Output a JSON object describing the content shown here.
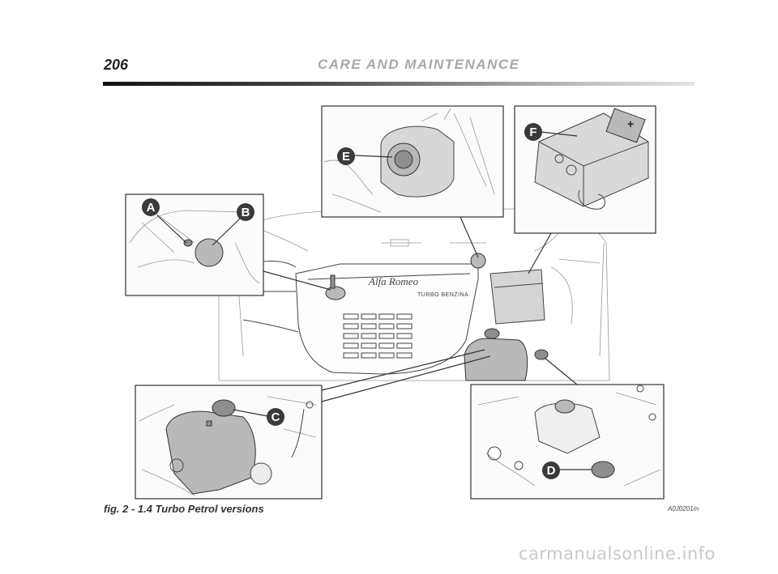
{
  "header": {
    "page_number": "206",
    "section_title": "CARE AND MAINTENANCE"
  },
  "figure": {
    "caption": "fig. 2 - 1.4 Turbo Petrol versions",
    "code": "A0J0201m",
    "engine_cover_logo": "Alfa Romeo",
    "engine_cover_text": "TURBO BENZINA",
    "callouts": [
      "A",
      "B",
      "C",
      "D",
      "E",
      "F"
    ],
    "battery_symbol": "+"
  },
  "watermark": "carmanualsonline.info"
}
